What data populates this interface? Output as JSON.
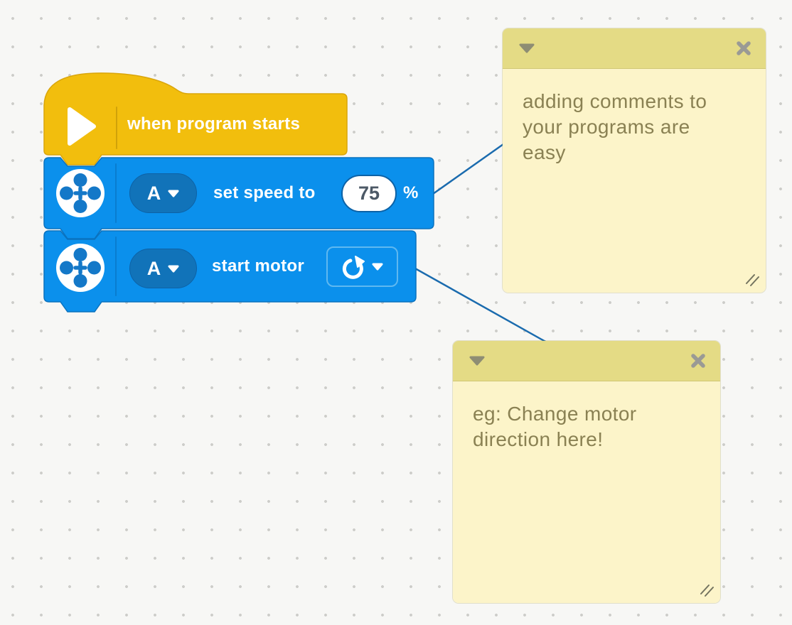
{
  "workspace": {
    "blocks": [
      {
        "kind": "event-hat",
        "label": "when program starts",
        "icon": "play-icon"
      },
      {
        "kind": "motor-stack",
        "icon": "motor-icon",
        "port": "A",
        "label": "set speed to",
        "value": "75",
        "unit": "%"
      },
      {
        "kind": "motor-stack",
        "icon": "motor-icon",
        "port": "A",
        "label": "start motor",
        "direction_icon": "clockwise-icon"
      }
    ],
    "comments": [
      {
        "text": "adding comments to your programs are easy"
      },
      {
        "text": "eg: Change motor direction here!"
      }
    ],
    "icons": {
      "header_left": "collapse-triangle-icon",
      "header_right": "close-icon",
      "corner": "resize-handle-icon"
    },
    "colors": {
      "hat": "#F2BE0D",
      "hat_stroke": "#D9A50B",
      "motor_blue": "#0B90EC",
      "block_stroke_blue": "#0A72BF",
      "pill_blue": "#1173B9",
      "oval_border": "#0D62A6",
      "dropdown_border": "#5FB8F0",
      "value_text": "#4C5966",
      "comment_header": "#E4DB85",
      "comment_body": "#FCF4C9",
      "comment_text": "#8A8153",
      "collapse_icon": "#8E8D73",
      "close_icon": "#9A9A95",
      "connector": "#1A6BAE"
    }
  }
}
